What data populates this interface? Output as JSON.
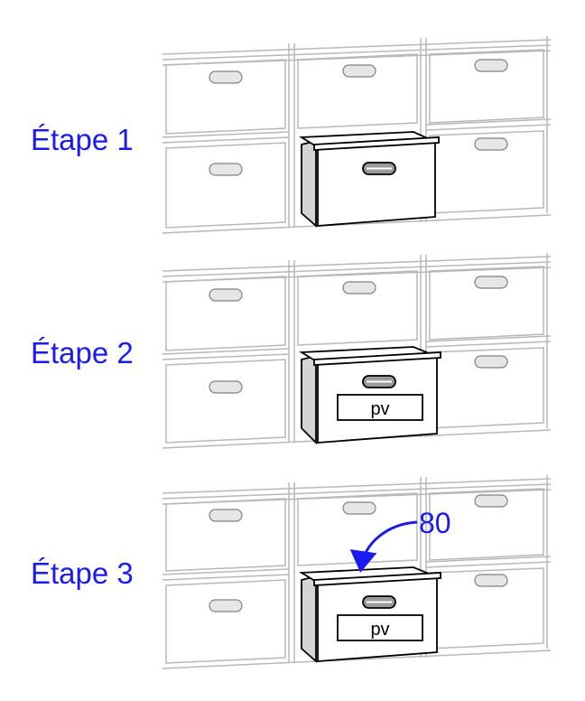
{
  "steps": [
    {
      "label": "Étape 1",
      "open_drawer_tag": "",
      "callout": ""
    },
    {
      "label": "Étape 2",
      "open_drawer_tag": "pv",
      "callout": ""
    },
    {
      "label": "Étape 3",
      "open_drawer_tag": "pv",
      "callout": "80"
    }
  ],
  "colors": {
    "label": "#1b1bf0",
    "cabinet_line": "#b8b8b8",
    "drawer_line": "#000000",
    "drawer_side": "#d4d4d4",
    "handle_fill": "#9a9a9a"
  },
  "icons": {
    "drawer_handle": "oval-handle-icon",
    "callout_arrow": "curved-arrow-icon"
  }
}
